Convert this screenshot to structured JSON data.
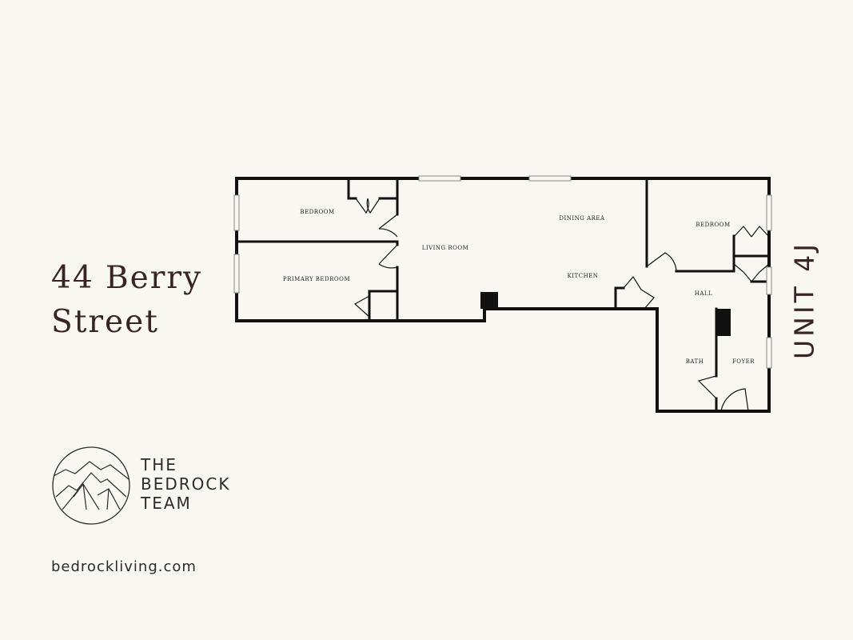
{
  "address": {
    "line1": "44 Berry",
    "line2": "Street"
  },
  "unit": "UNIT 4J",
  "rooms": {
    "bedroom_1": "BEDROOM",
    "primary_bedroom": "PRIMARY BEDROOM",
    "living_room": "LIVING ROOM",
    "dining_area": "DINING AREA",
    "kitchen": "KITCHEN",
    "bedroom_2": "BEDROOM",
    "hall": "HALL",
    "bath": "BATH",
    "foyer": "FOYER"
  },
  "brand": {
    "line1": "THE",
    "line2": "BEDROCK",
    "line3": "TEAM"
  },
  "website": "bedrockliving.com",
  "colors": {
    "background": "#f8f7f2",
    "text": "#3a2326",
    "walls": "#111111"
  }
}
